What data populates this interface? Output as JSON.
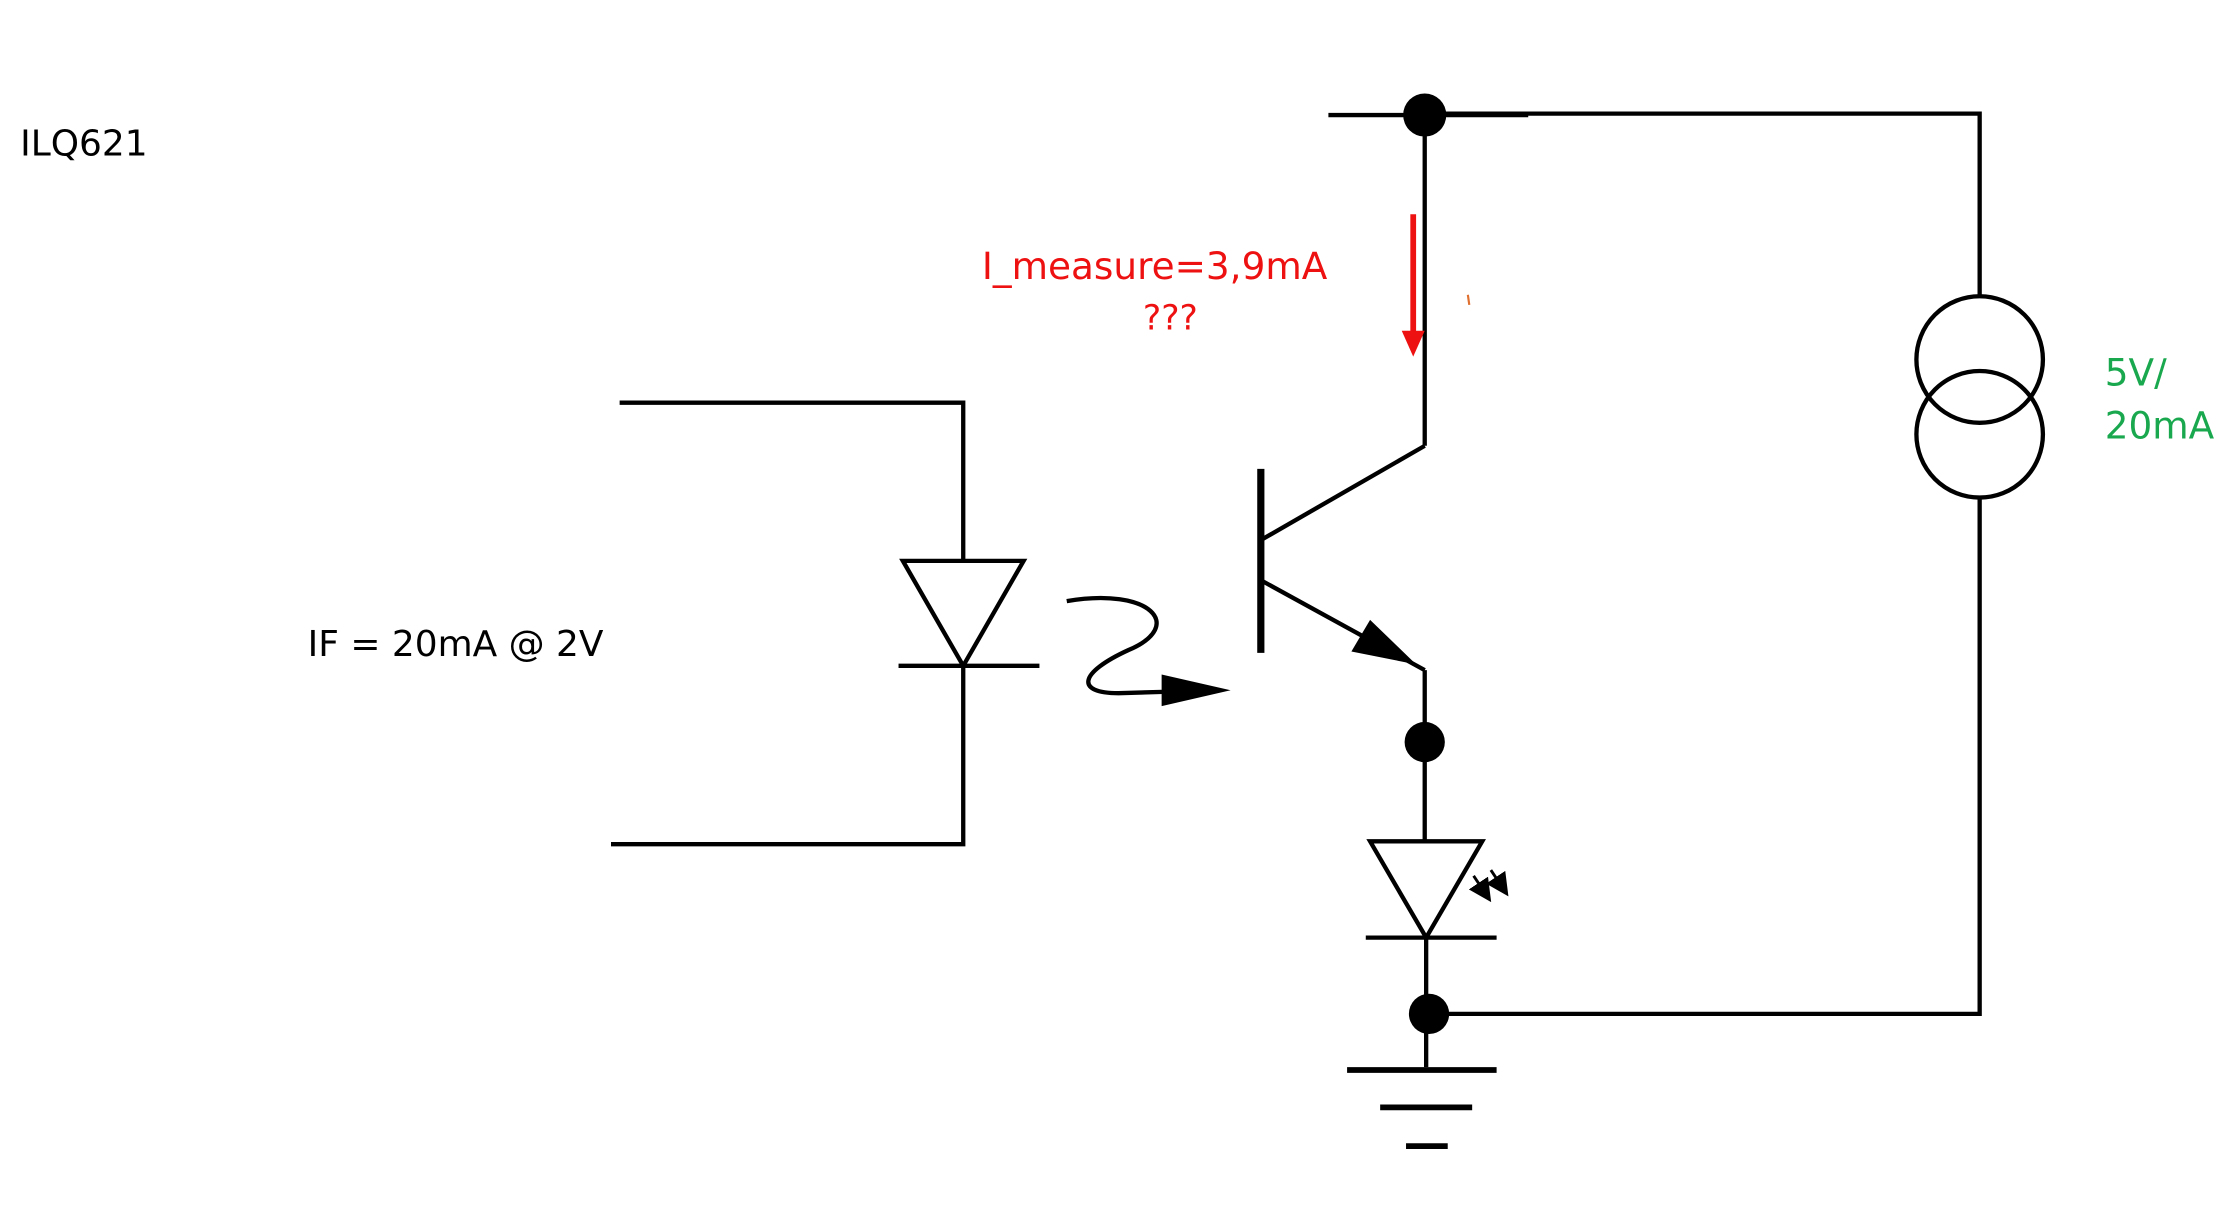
{
  "labels": {
    "part_number": "ILQ621",
    "input_spec": "IF = 20mA @ 2V",
    "measure_line1": "I_measure=3,9mA",
    "measure_line2": "???",
    "source_line1": "5V/",
    "source_line2": "20mA"
  },
  "colors": {
    "wire": "#000000",
    "measure": "#ee1111",
    "source": "#1aa84f"
  },
  "icons": {
    "emitter_led": "diode-icon",
    "phototransistor": "npn-transistor-icon",
    "output_led": "led-icon",
    "current_source": "current-source-icon",
    "ground": "ground-icon",
    "light_coupling": "light-arrow-icon"
  }
}
